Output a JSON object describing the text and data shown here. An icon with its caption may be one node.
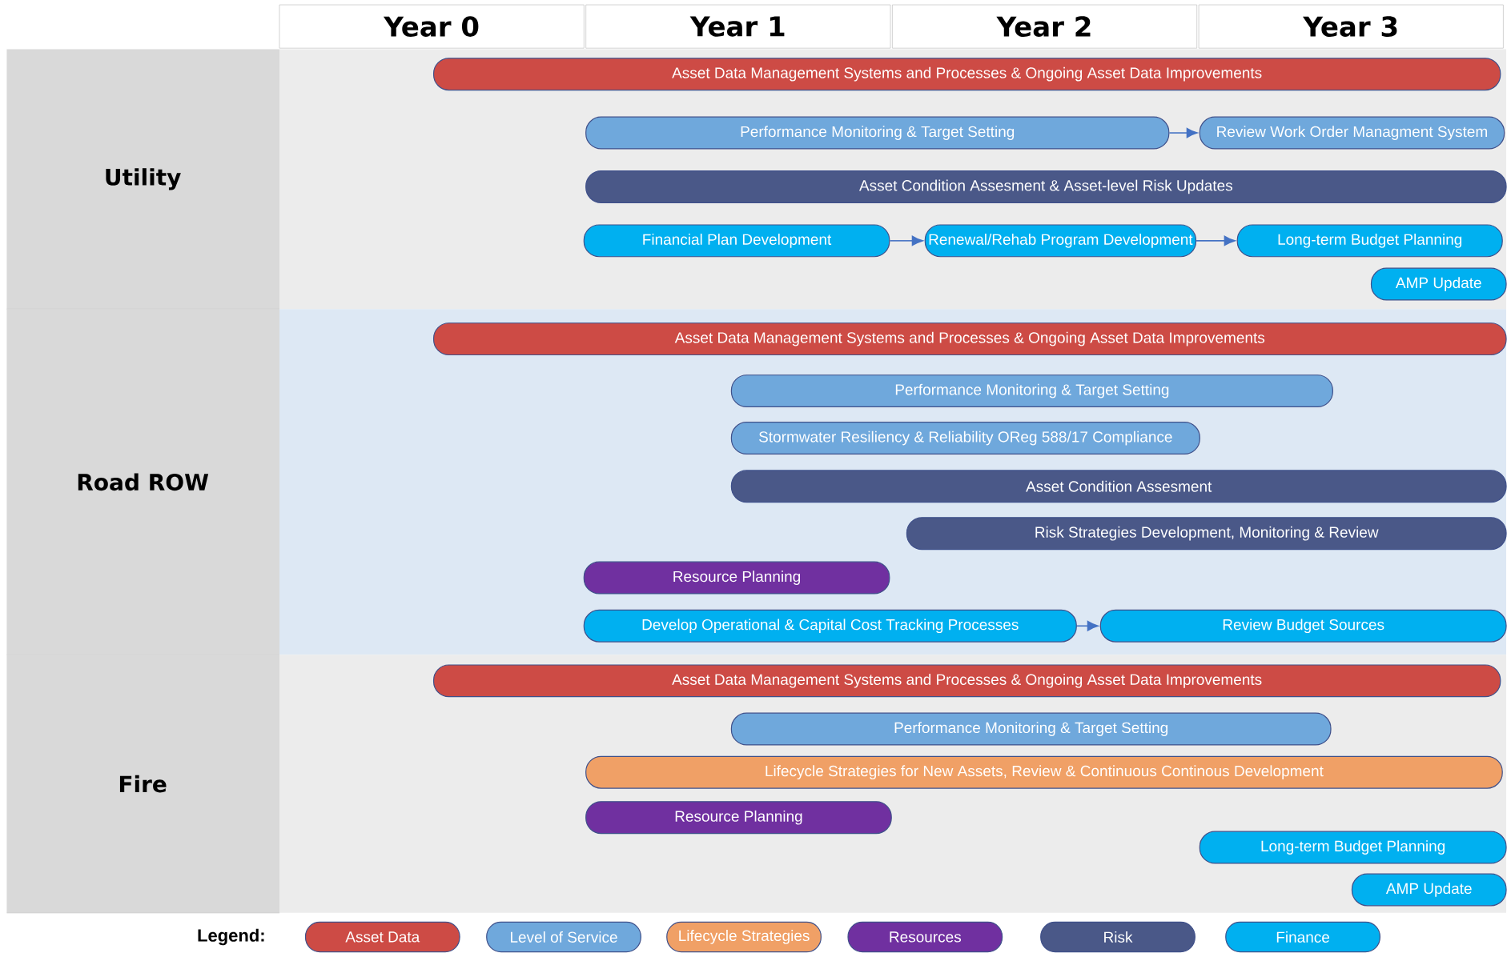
{
  "diagram": {
    "nodes": [
      {
        "text": [
          "Year 0"
        ]
      },
      {
        "text": [
          "Year 1"
        ]
      },
      {
        "text": [
          "Year 2"
        ]
      },
      {
        "text": [
          "Year 3"
        ]
      },
      {
        "text": [
          "Utility"
        ]
      },
      {
        "text": [
          "Asset Data Management Systems and Processes & Ongoing Asset Data Improvements"
        ],
        "in": 4
      },
      {
        "text": [
          "Performance Monitoring & Target Setting"
        ],
        "in": 4
      },
      {
        "text": [
          "Review Work Order Managment System"
        ],
        "in": 4
      },
      {
        "text": [
          "Asset Condition Assesment & Asset-level Risk Updates"
        ],
        "in": 4
      },
      {
        "text": [
          "Financial Plan Development"
        ],
        "in": 4
      },
      {
        "text": [
          "Renewal/Rehab Program Development"
        ],
        "in": 4
      },
      {
        "text": [
          "Long-term Budget Planning"
        ],
        "in": 4
      },
      {
        "text": [
          "AMP Update"
        ],
        "in": 4
      },
      {
        "text": [
          "Road ROW"
        ]
      },
      {
        "text": [
          "Asset Data Management Systems and Processes & Ongoing Asset Data Improvements"
        ],
        "in": 13
      },
      {
        "text": [
          "Performance Monitoring & Target Setting"
        ],
        "in": 13
      },
      {
        "text": [
          "Stormwater Resiliency & Reliability OReg 588/17 Compliance"
        ],
        "in": 13
      },
      {
        "text": [
          "Asset Condition Assesment"
        ],
        "in": 13
      },
      {
        "text": [
          "Risk Strategies Development, Monitoring & Review"
        ],
        "in": 13
      },
      {
        "text": [
          "Resource Planning"
        ],
        "in": 13
      },
      {
        "text": [
          "Develop Operational & Capital Cost Tracking Processes"
        ],
        "in": 13
      },
      {
        "text": [
          "Review Budget Sources"
        ],
        "in": 13
      },
      {
        "text": [
          "Fire"
        ]
      },
      {
        "text": [
          "Asset Data Management Systems and Processes & Ongoing Asset Data Improvements"
        ],
        "in": 22
      },
      {
        "text": [
          "Performance Monitoring & Target Setting"
        ],
        "in": 22
      },
      {
        "text": [
          "Lifecycle Strategies for New Assets, Review & Continuous Continous Development"
        ],
        "in": 22
      },
      {
        "text": [
          "Resource Planning"
        ],
        "in": 22
      },
      {
        "text": [
          "Long-term Budget Planning"
        ],
        "in": 22
      },
      {
        "text": [
          "AMP Update"
        ],
        "in": 22
      }
    ],
    "edges": [
      {
        "from": 6,
        "to": 7,
        "arrow": "to"
      },
      {
        "from": 9,
        "to": 10,
        "arrow": "to"
      },
      {
        "from": 10,
        "to": 11,
        "arrow": "to"
      },
      {
        "from": 20,
        "to": 21,
        "arrow": "to"
      }
    ],
    "labels": [
      "Legend:"
    ],
    "legend": [
      {
        "text": "Asset Data",
        "color": "#cd4b45"
      },
      {
        "text": "Level of Service",
        "color": "#6fa8dc"
      },
      {
        "text": "Lifecycle Strategies",
        "color": "#f0a066"
      },
      {
        "text": "Resources",
        "color": "#7030a0"
      },
      {
        "text": "Risk",
        "color": "#4a5888"
      },
      {
        "text": "Finance",
        "color": "#00b0f0"
      }
    ]
  }
}
